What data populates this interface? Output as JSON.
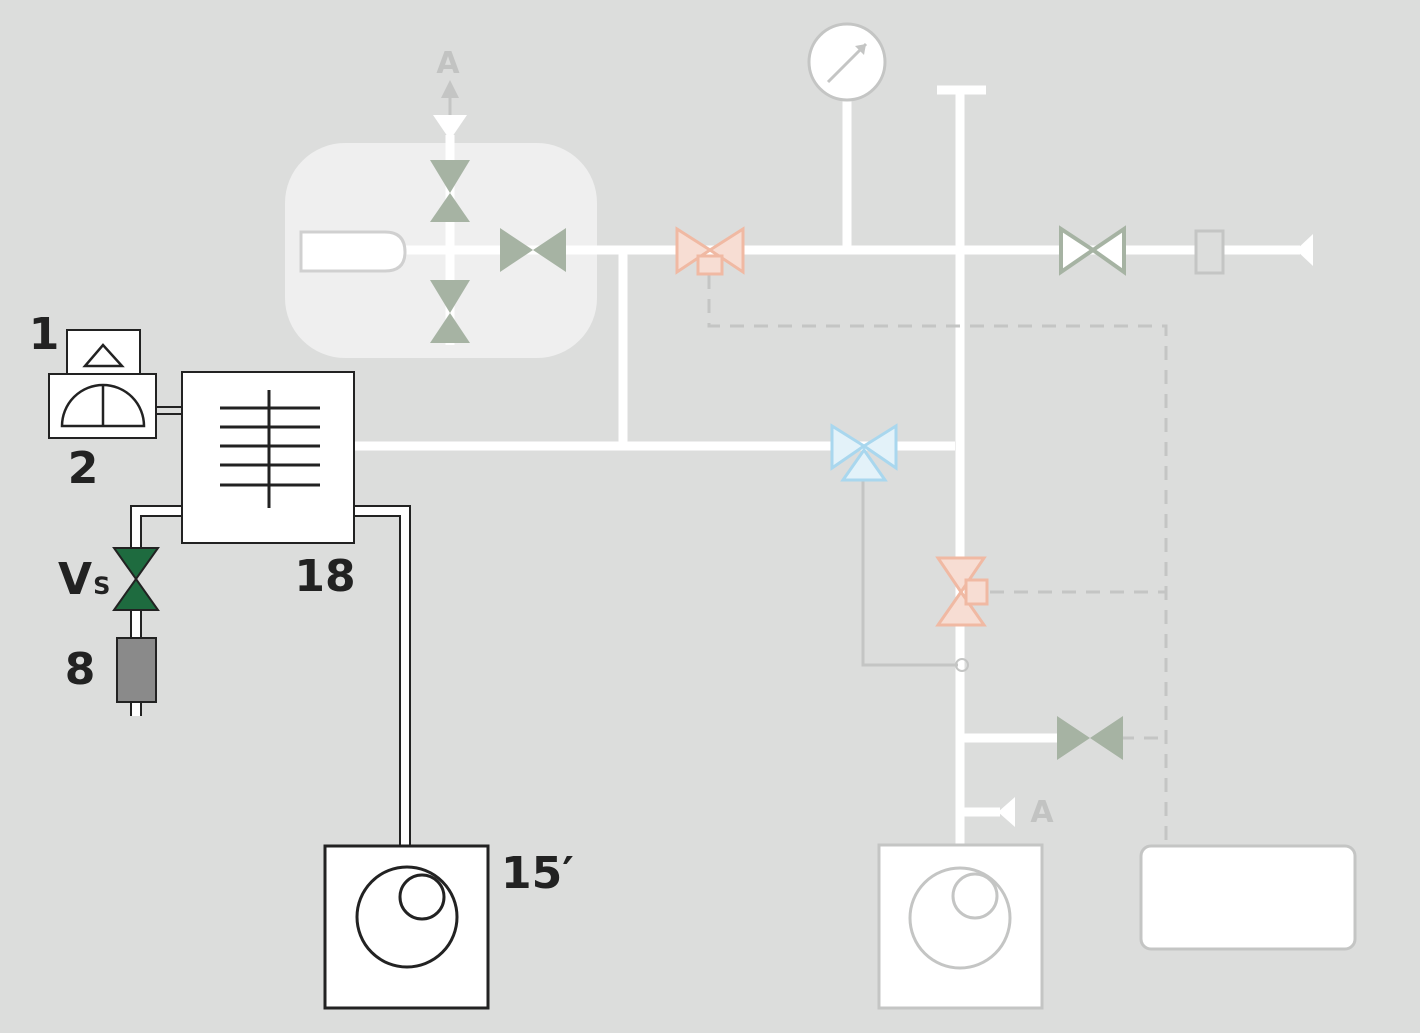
{
  "labels": {
    "gauge_1": "1",
    "gauge_2": "2",
    "valve_vs_main": "V",
    "valve_vs_sub": "S",
    "filter": "8",
    "chamber": "18",
    "pump_primary": "15′",
    "vent_top": "A",
    "vent_bottom": "A"
  },
  "colors": {
    "background": "#dcdddc",
    "panel": "#efefef",
    "valve_green_active": "#1e6b3f",
    "valve_green_faint": "#a6b3a3",
    "valve_salmon": "#f0b9a3",
    "valve_blue": "#a9d7ee",
    "filter_gray": "#8a8a8a",
    "outline_dark": "#222222",
    "outline_faint": "#c4c5c4"
  },
  "icons": {
    "gauge": "pressure-gauge-icon",
    "pump": "rotary-pump-icon",
    "valve": "bowtie-valve-icon"
  }
}
